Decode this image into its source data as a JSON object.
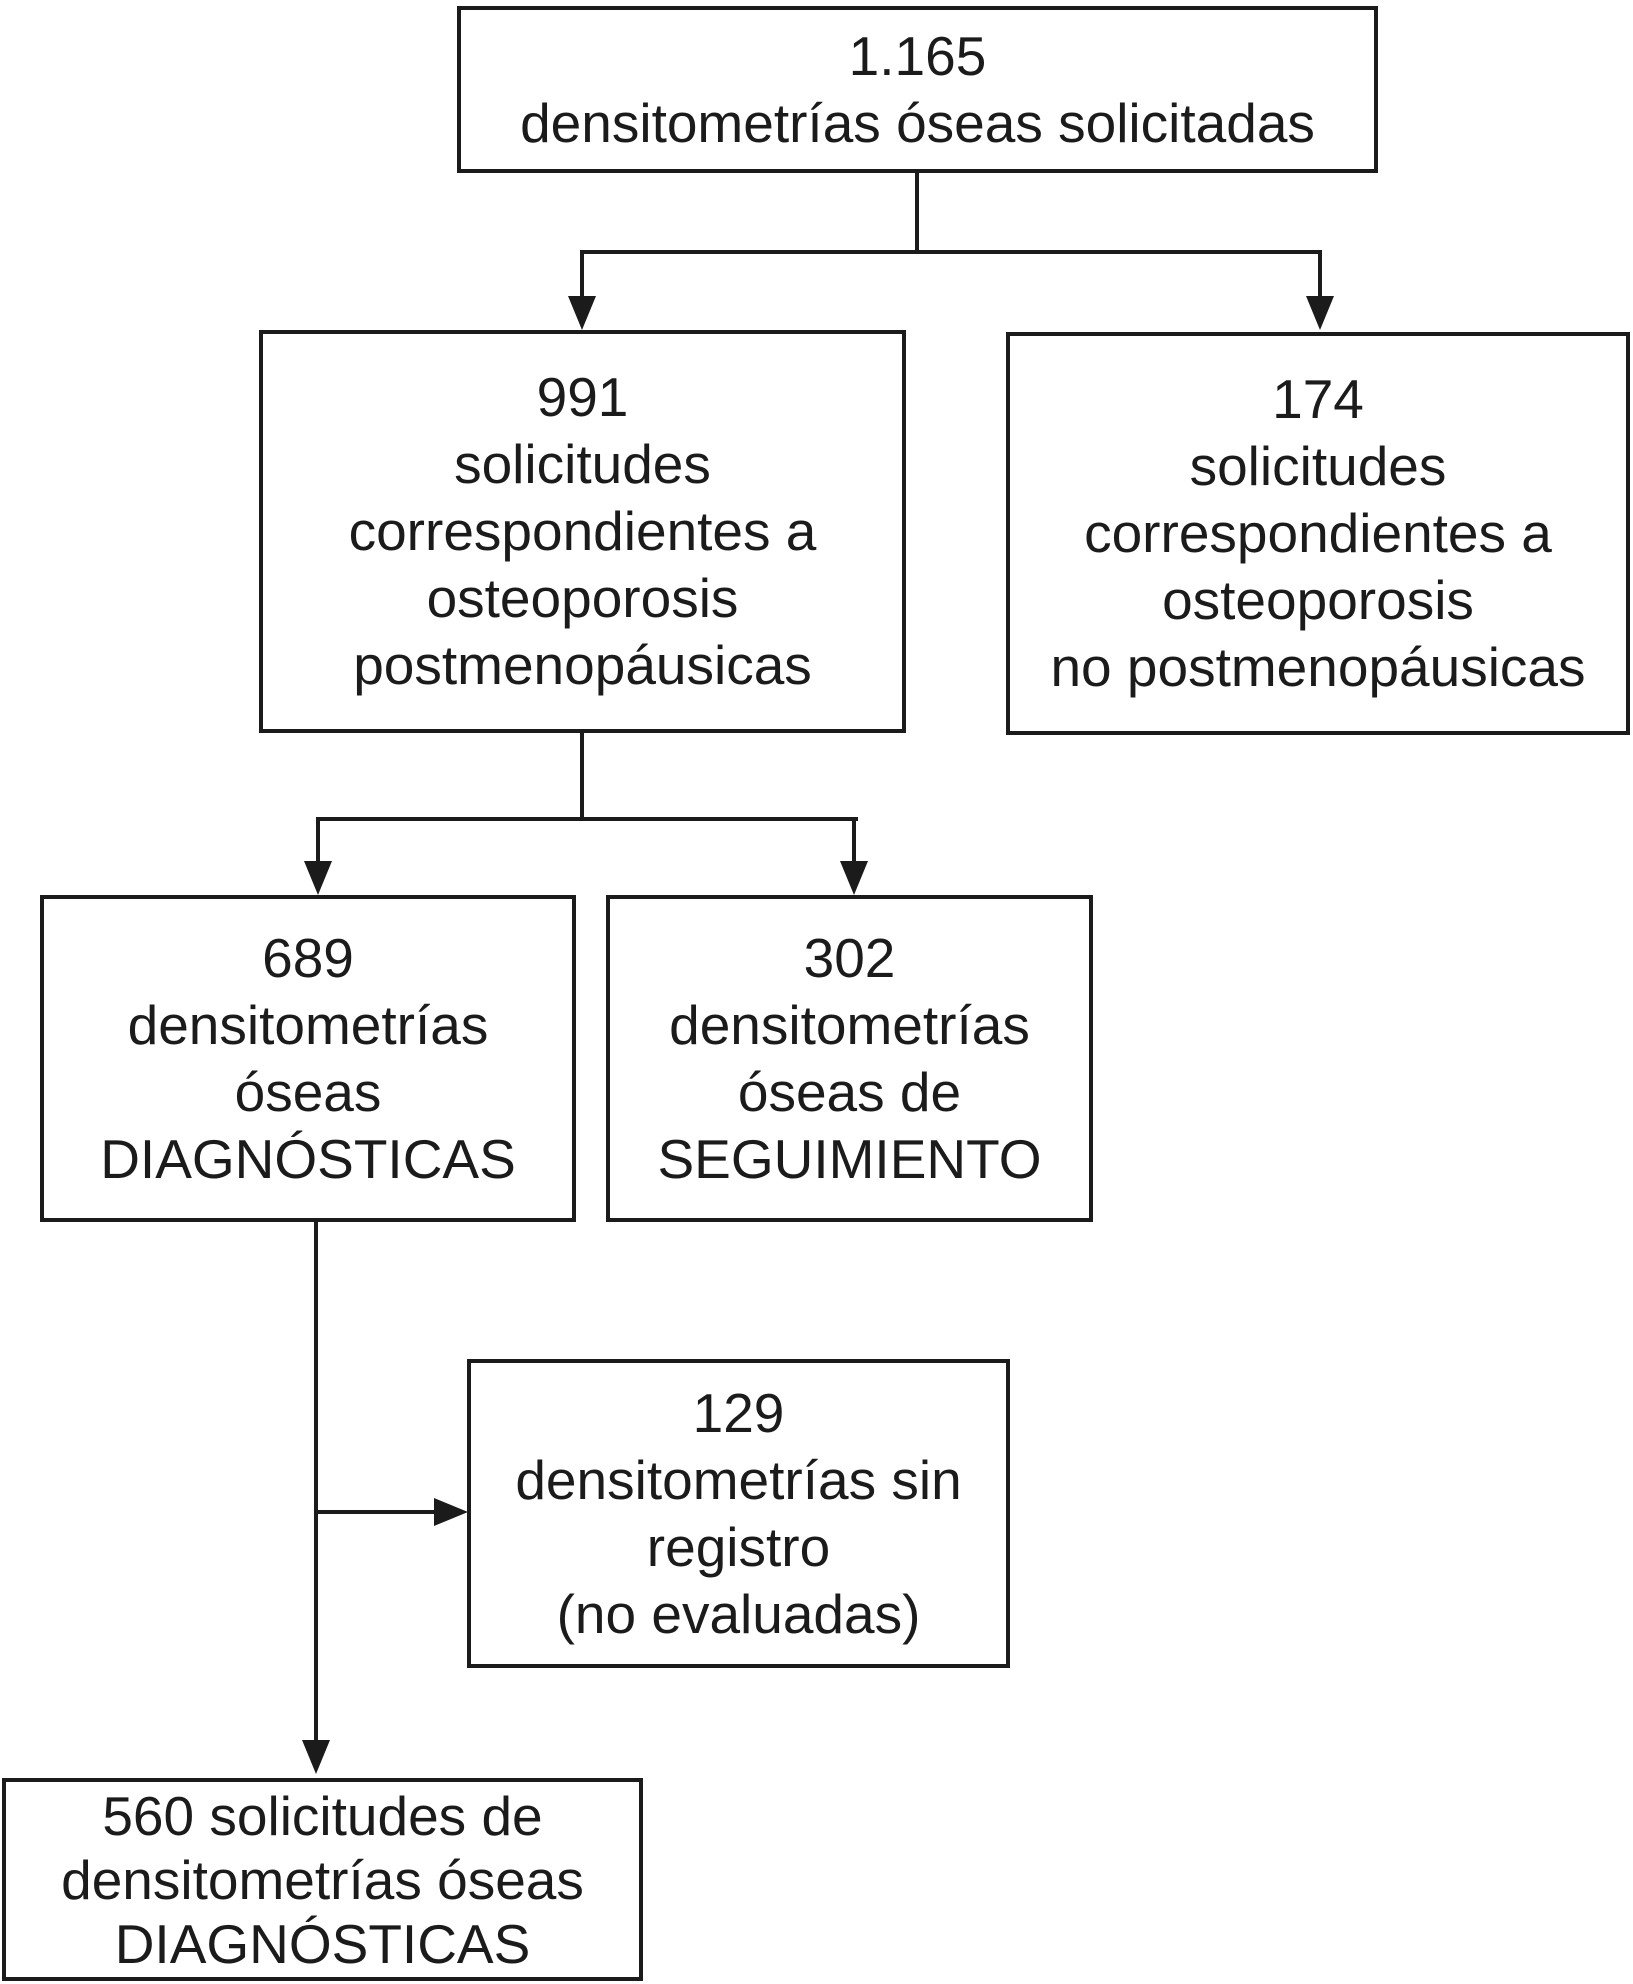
{
  "diagram": {
    "type": "flowchart",
    "language": "es",
    "colors": {
      "background": "#ffffff",
      "ink": "#1b1b1b"
    },
    "nodes": {
      "total_requested": {
        "lines": [
          "1.165",
          "densitometrías óseas solicitadas"
        ]
      },
      "postmenopausal": {
        "lines": [
          "991",
          "solicitudes",
          "correspondientes a",
          "osteoporosis",
          "postmenopáusicas"
        ]
      },
      "non_postmenopausal": {
        "lines": [
          "174",
          "solicitudes",
          "correspondientes a",
          "osteoporosis",
          "no postmenopáusicas"
        ]
      },
      "diagnostic": {
        "lines": [
          "689",
          "densitometrías",
          "óseas",
          "DIAGNÓSTICAS"
        ]
      },
      "follow_up": {
        "lines": [
          "302",
          "densitometrías",
          "óseas de",
          "SEGUIMIENTO"
        ]
      },
      "no_registry": {
        "lines": [
          "129",
          "densitometrías sin",
          "registro",
          "(no evaluadas)"
        ]
      },
      "final_diagnostic": {
        "lines": [
          "560 solicitudes de",
          "densitometrías óseas",
          "DIAGNÓSTICAS"
        ]
      }
    },
    "edges": [
      {
        "from": "total_requested",
        "to": "postmenopausal"
      },
      {
        "from": "total_requested",
        "to": "non_postmenopausal"
      },
      {
        "from": "postmenopausal",
        "to": "diagnostic"
      },
      {
        "from": "postmenopausal",
        "to": "follow_up"
      },
      {
        "from": "diagnostic",
        "to": "no_registry"
      },
      {
        "from": "diagnostic",
        "to": "final_diagnostic"
      }
    ]
  }
}
